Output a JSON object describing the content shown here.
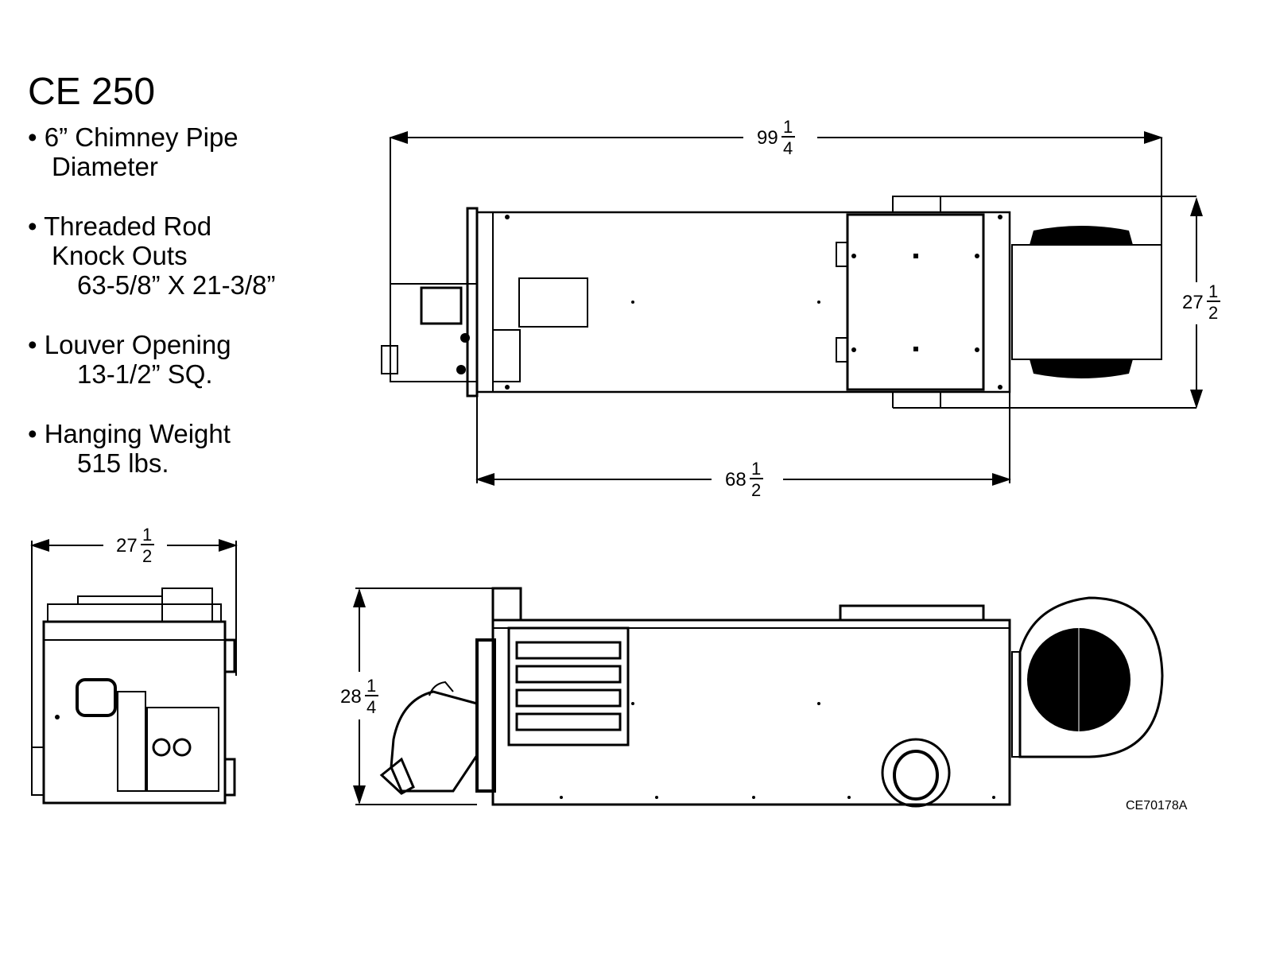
{
  "title": "CE 250",
  "specs": [
    {
      "line1": "• 6” Chimney Pipe",
      "line2": "Diameter"
    },
    {
      "line1": "• Threaded Rod",
      "line2": "Knock Outs",
      "line3": "63-5/8” X 21-3/8”"
    },
    {
      "line1": "• Louver Opening",
      "line3": "13-1/2” SQ."
    },
    {
      "line1": "• Hanging Weight",
      "line3": "515 lbs."
    }
  ],
  "dimensions": {
    "overall_length": {
      "whole": "99",
      "num": "1",
      "den": "4"
    },
    "top_width": {
      "whole": "27",
      "num": "1",
      "den": "2"
    },
    "cabinet_length": {
      "whole": "68",
      "num": "1",
      "den": "2"
    },
    "front_width": {
      "whole": "27",
      "num": "1",
      "den": "2"
    },
    "height": {
      "whole": "28",
      "num": "1",
      "den": "4"
    }
  },
  "drawing_number": "CE70178A"
}
